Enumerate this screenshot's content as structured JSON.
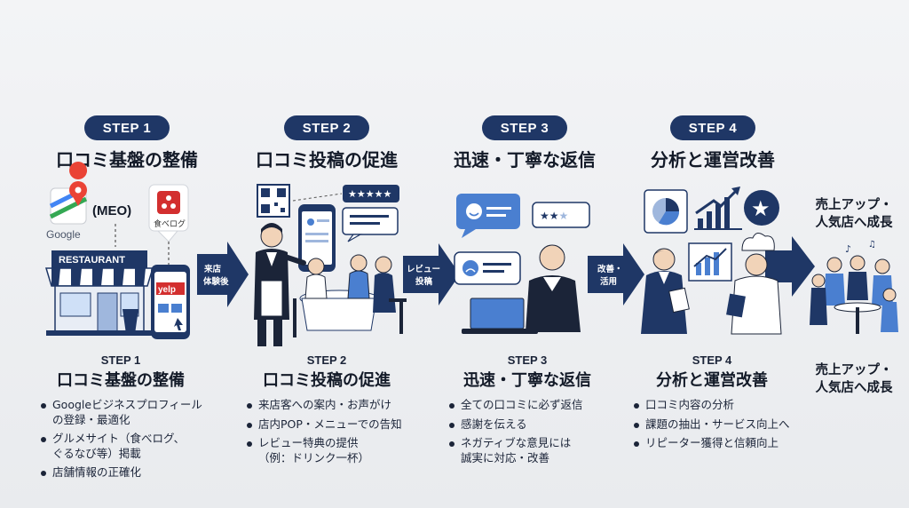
{
  "steps": [
    {
      "badge": "STEP 1",
      "title": "口コミ基盤の整備",
      "sub_badge": "STEP 1",
      "sub_title": "口コミ基盤の整備",
      "bullets": [
        "Googleビジネスプロフィール\nの登録・最適化",
        "グルメサイト（食べログ、\nぐるなび等）掲載",
        "店舗情報の正確化"
      ],
      "labels": {
        "meo": "(MEO)",
        "google": "Google",
        "tabelog": "食べログ",
        "restaurant": "RESTAURANT",
        "yelp": "yelp"
      }
    },
    {
      "badge": "STEP 2",
      "title": "口コミ投稿の促進",
      "sub_badge": "STEP 2",
      "sub_title": "口コミ投稿の促進",
      "bullets": [
        "来店客への案内・お声がけ",
        "店内POP・メニューでの告知",
        "レビュー特典の提供\n（例：ドリンク一杯）"
      ]
    },
    {
      "badge": "STEP 3",
      "title": "迅速・丁寧な返信",
      "sub_badge": "STEP 3",
      "sub_title": "迅速・丁寧な返信",
      "bullets": [
        "全ての口コミに必ず返信",
        "感謝を伝える",
        "ネガティブな意見には\n誠実に対応・改善"
      ]
    },
    {
      "badge": "STEP 4",
      "title": "分析と運営改善",
      "sub_badge": "STEP 4",
      "sub_title": "分析と運営改善",
      "bullets": [
        "口コミ内容の分析",
        "課題の抽出・サービス向上へ",
        "リピーター獲得と信頼向上"
      ]
    }
  ],
  "arrows": [
    {
      "label_line1": "来店",
      "label_line2": "体験後"
    },
    {
      "label_line1": "レビュー",
      "label_line2": "投稿"
    },
    {
      "label_line1": "改善・",
      "label_line2": "活用"
    }
  ],
  "goal": {
    "title": "売上アップ・\n人気店へ成長",
    "caption": "売上アップ・\n人気店へ成長"
  },
  "colors": {
    "navy": "#1f3766",
    "accent_red": "#d32f2f",
    "light_blue": "#cfe0f7"
  }
}
